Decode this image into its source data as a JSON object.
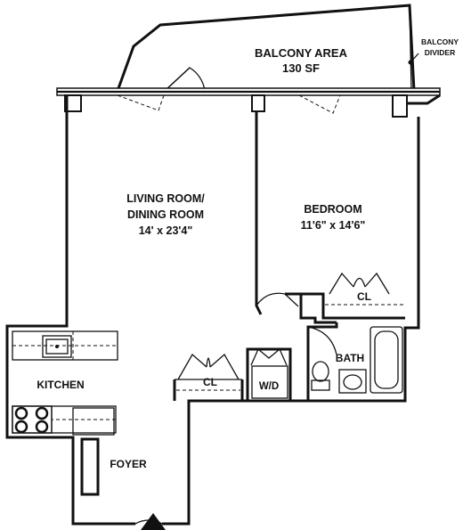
{
  "floorplan": {
    "balcony": {
      "name": "BALCONY AREA",
      "area": "130 SF"
    },
    "balcony_divider": {
      "line1": "BALCONY",
      "line2": "DIVIDER"
    },
    "living": {
      "line1": "LIVING ROOM/",
      "line2": "DINING ROOM",
      "dims": "14' x 23'4\""
    },
    "bedroom": {
      "name": "BEDROOM",
      "dims": "11'6\" x 14'6\""
    },
    "closet_bedroom": "CL",
    "closet_hall": "CL",
    "washer_dryer": "W/D",
    "bath": "BATH",
    "kitchen": "KITCHEN",
    "foyer": "FOYER"
  }
}
